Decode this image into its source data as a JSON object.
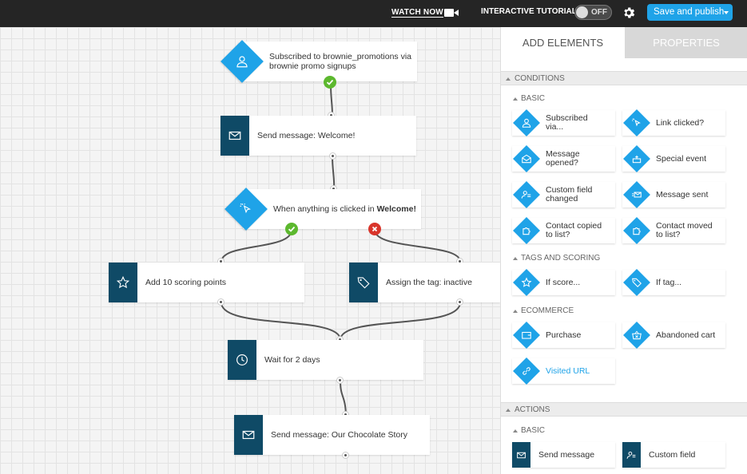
{
  "topbar": {
    "watch_now": "WATCH NOW",
    "interactive_tutorial": "INTERACTIVE TUTORIAL",
    "toggle_state": "OFF",
    "save_publish": "Save and publish"
  },
  "colors": {
    "accent": "#1fa3e8",
    "action_dark": "#0f4a66",
    "yes": "#5cb82e",
    "no": "#d9352b",
    "topbar": "#252525"
  },
  "workflow": {
    "trigger": "Subscribed to brownie_promotions via brownie promo signups",
    "send_welcome": "Send message: Welcome!",
    "condition_prefix": "When anything is clicked in ",
    "condition_target": "Welcome!",
    "add_points": "Add 10 scoring points",
    "assign_tag": "Assign the tag: inactive",
    "wait": "Wait for 2 days",
    "send_story": "Send message: Our Chocolate Story"
  },
  "panel": {
    "tab_add": "ADD ELEMENTS",
    "tab_properties": "PROPERTIES",
    "conditions": "CONDITIONS",
    "basic": "BASIC",
    "tags_scoring": "TAGS AND SCORING",
    "ecommerce": "ECOMMERCE",
    "actions": "ACTIONS",
    "actions_basic": "BASIC",
    "items": {
      "subscribed_via": "Subscribed via...",
      "link_clicked": "Link clicked?",
      "message_opened": "Message opened?",
      "special_event": "Special event",
      "custom_field_changed": "Custom field changed",
      "message_sent": "Message sent",
      "contact_copied": "Contact copied to list?",
      "contact_moved": "Contact moved to list?",
      "if_score": "If score...",
      "if_tag": "If tag...",
      "purchase": "Purchase",
      "abandoned_cart": "Abandoned cart",
      "visited_url": "Visited URL",
      "send_message": "Send message",
      "custom_field": "Custom field"
    }
  }
}
